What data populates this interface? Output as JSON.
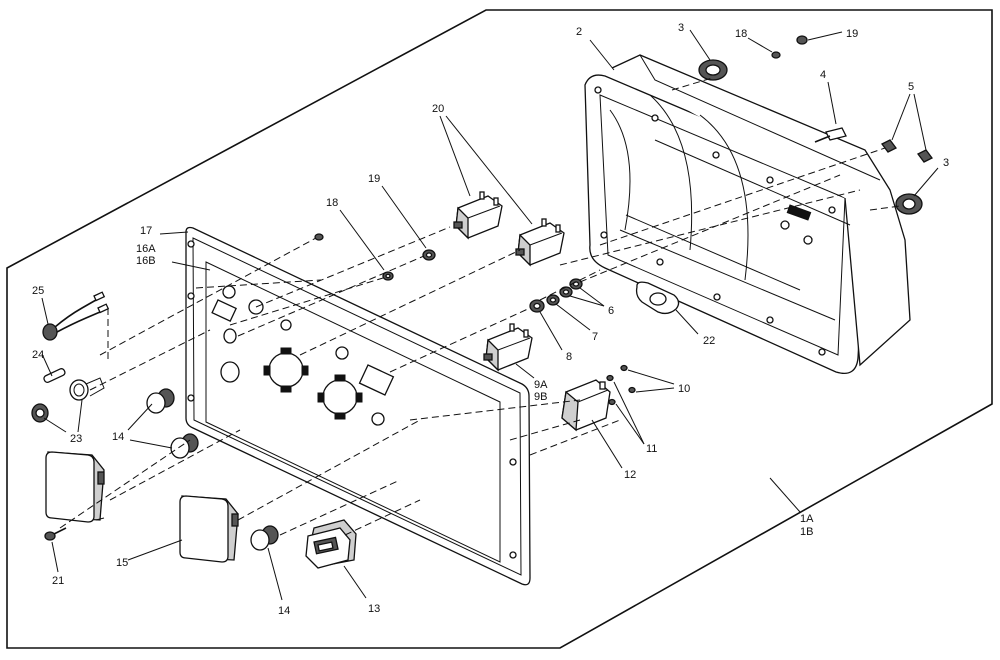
{
  "labels": {
    "l1": "1A",
    "l1b": "1B",
    "l2": "2",
    "l3a": "3",
    "l3b": "3",
    "l4": "4",
    "l5": "5",
    "l6": "6",
    "l7": "7",
    "l8": "8",
    "l9a": "9A",
    "l9b": "9B",
    "l10": "10",
    "l11": "11",
    "l12": "12",
    "l13": "13",
    "l14a": "14",
    "l14b": "14",
    "l15": "15",
    "l16a": "16A",
    "l16b": "16B",
    "l17": "17",
    "l18a": "18",
    "l18b": "18",
    "l19a": "19",
    "l19b": "19",
    "l20": "20",
    "l21": "21",
    "l22": "22",
    "l23": "23",
    "l24": "24",
    "l25": "25"
  }
}
